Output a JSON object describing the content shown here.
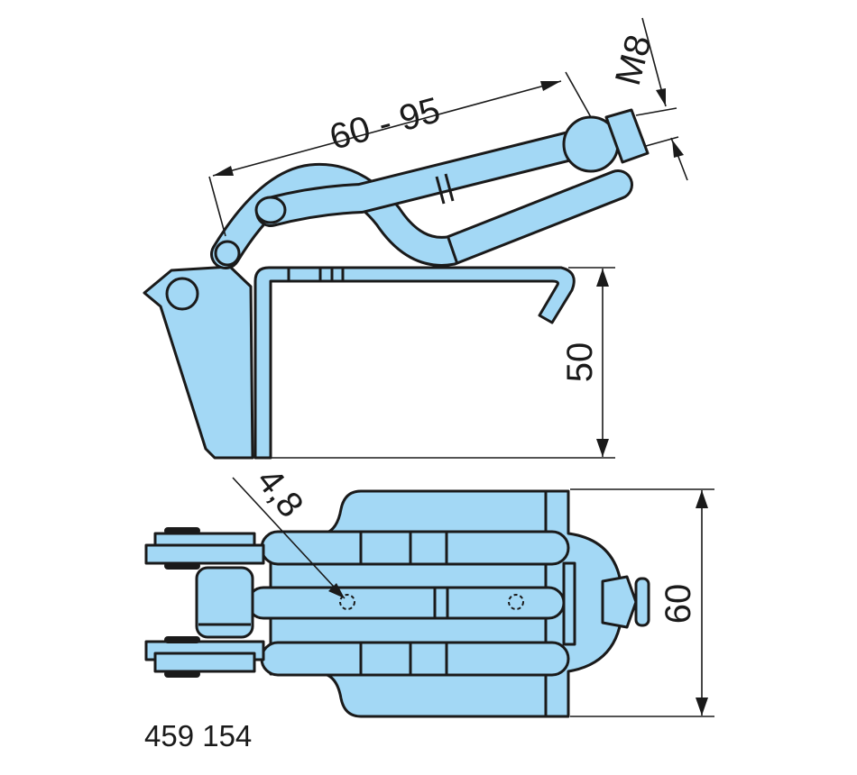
{
  "drawing": {
    "part_number": "459 154",
    "fill_color": "#a3d8f5",
    "dimensions": {
      "reach": "60 - 95",
      "thread": "M8",
      "height": "50",
      "hole": "4,8",
      "width": "60"
    }
  }
}
